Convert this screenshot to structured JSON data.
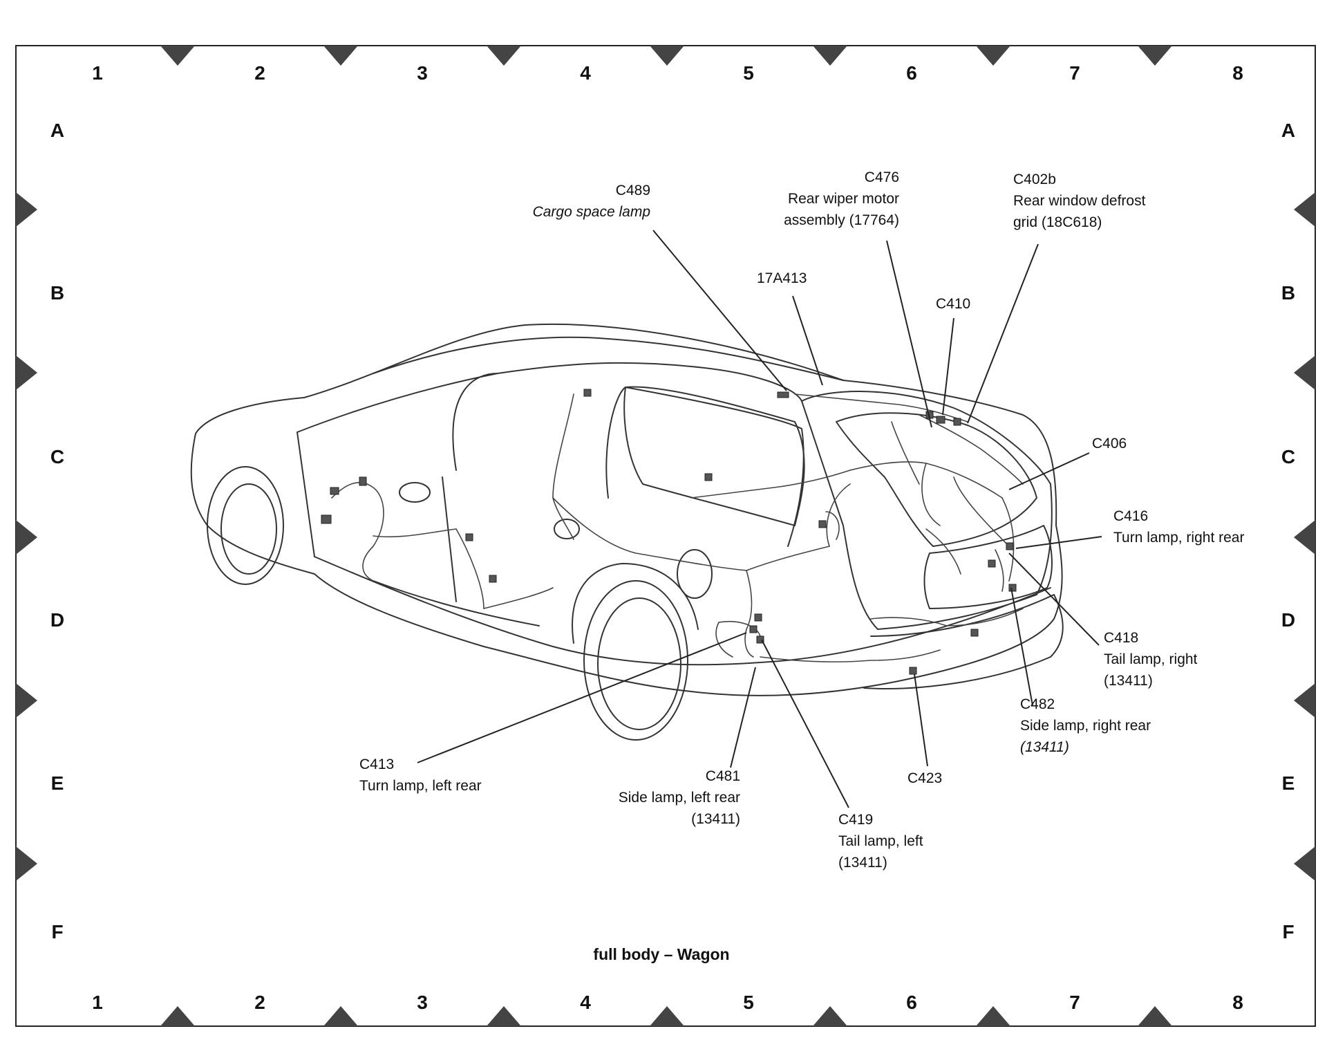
{
  "title": "full body – Wagon",
  "grid": {
    "columns": [
      "1",
      "2",
      "3",
      "4",
      "5",
      "6",
      "7",
      "8"
    ],
    "rows": [
      "A",
      "B",
      "C",
      "D",
      "E",
      "F"
    ]
  },
  "callouts": {
    "c489": {
      "id": "C489",
      "desc": "Cargo space lamp"
    },
    "c476": {
      "id": "C476",
      "desc1": "Rear wiper motor",
      "desc2": "assembly (17764)"
    },
    "c402b": {
      "id": "C402b",
      "desc1": "Rear window defrost",
      "desc2": "grid (18C618)"
    },
    "p17a413": {
      "id": "17A413"
    },
    "c410": {
      "id": "C410"
    },
    "c406": {
      "id": "C406"
    },
    "c416": {
      "id": "C416",
      "desc": "Turn lamp, right rear"
    },
    "c418": {
      "id": "C418",
      "desc1": "Tail lamp, right",
      "desc2": "(13411)"
    },
    "c482": {
      "id": "C482",
      "desc1": "Side lamp, right rear",
      "desc2": "(13411)"
    },
    "c413": {
      "id": "C413",
      "desc": "Turn lamp, left rear"
    },
    "c481": {
      "id": "C481",
      "desc1": "Side lamp, left rear",
      "desc2": "(13411)"
    },
    "c423": {
      "id": "C423"
    },
    "c419": {
      "id": "C419",
      "desc1": "Tail lamp, left",
      "desc2": "(13411)"
    }
  }
}
